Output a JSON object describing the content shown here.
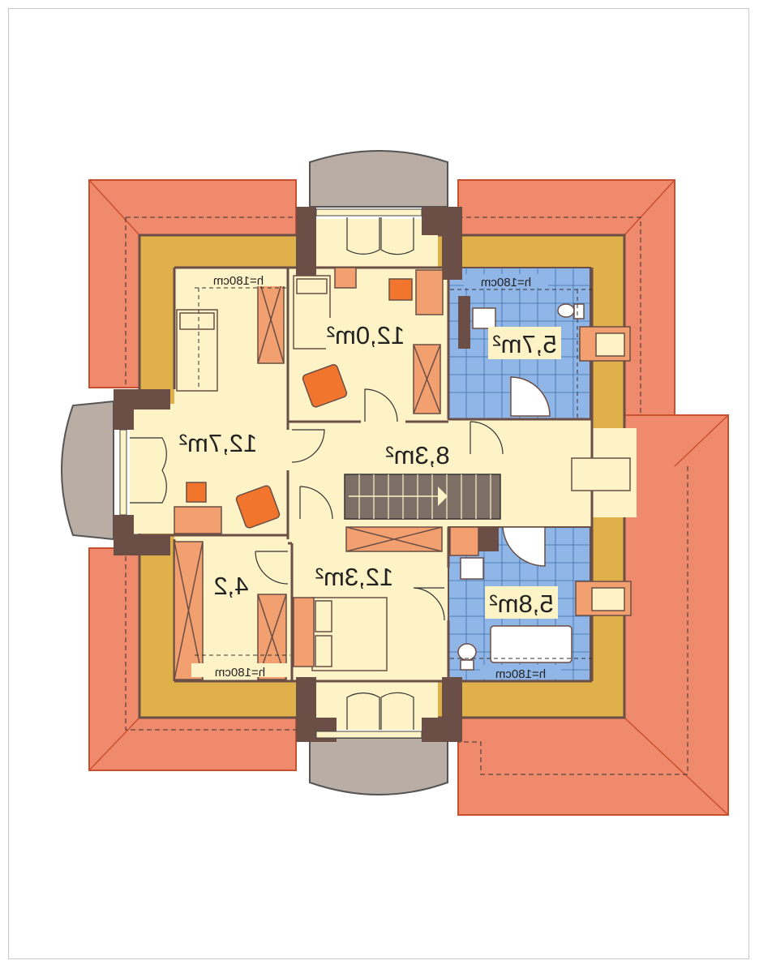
{
  "colors": {
    "roof": "#f08a6c",
    "roof_stroke": "#c8502f",
    "eave": "#e0b04a",
    "floor": "#fdf3c6",
    "bath_tile": "#8fb6e6",
    "wall": "#6b4e45",
    "bay": "#b9ada4",
    "furniture": "#f2a070",
    "stairs": "#7d6f66"
  },
  "rooms": {
    "bedroom_top_area": "12,0m²",
    "bedroom_left_area": "12,7m²",
    "hall_area": "8,3m²",
    "bedroom_bottom_area": "12,3m²",
    "bath_top_area": "5,7m²",
    "bath_bottom_area": "5,8m²",
    "closet_area": "4,2"
  },
  "height_marks": {
    "top_left": "h=180cm",
    "top_right": "h=180cm",
    "bottom_left": "h=180cm",
    "bottom_right": "h=180cm"
  }
}
